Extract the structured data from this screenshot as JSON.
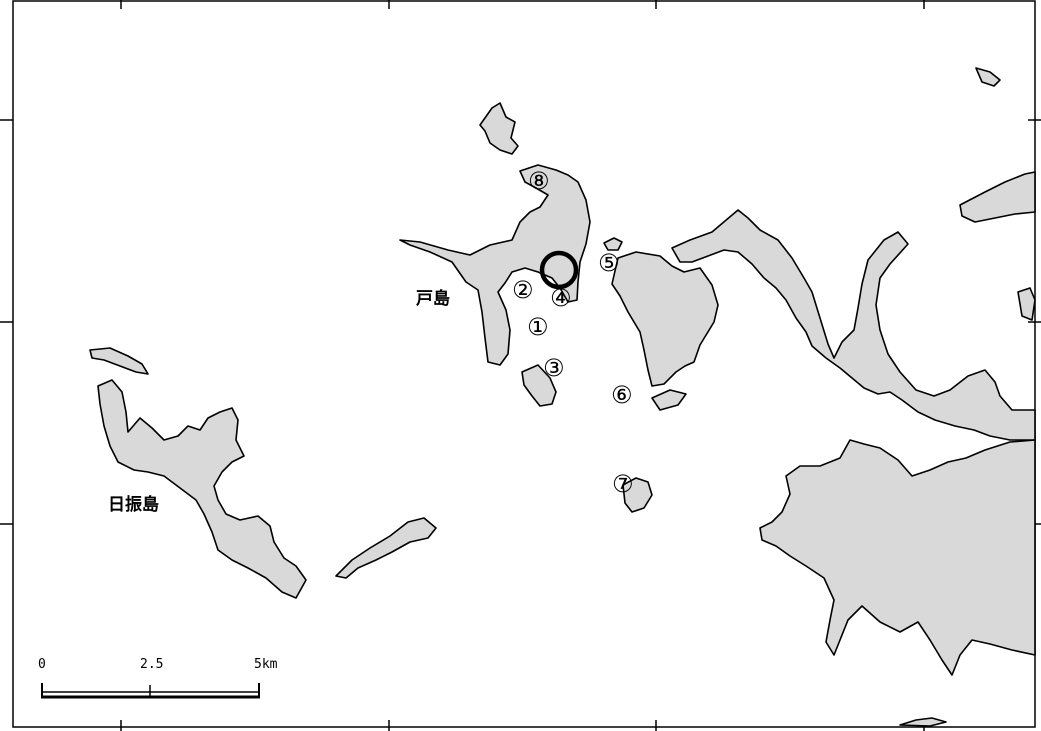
{
  "place_labels": {
    "to_shima": "戸島",
    "hiburi_jima": "日振島"
  },
  "markers": [
    "①",
    "②",
    "③",
    "④",
    "⑤",
    "⑥",
    "⑦",
    "⑧"
  ],
  "scale_bar": {
    "label_0": "0",
    "label_mid": "2.5",
    "label_end": "5km"
  },
  "colors": {
    "land": "#d9d9d9",
    "water": "#ffffff",
    "outline": "#000000"
  }
}
